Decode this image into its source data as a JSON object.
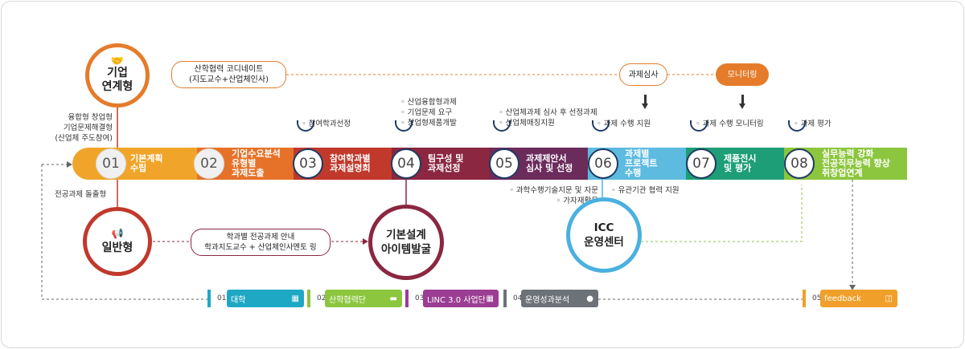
{
  "top_labels": {
    "coordination": [
      "산학협력 코디네이트",
      "(지도교수+산업체인사)"
    ],
    "review": "과제심사",
    "monitoring": "모니터링"
  },
  "company_type": {
    "title": [
      "기업",
      "연계형"
    ],
    "notes": [
      "융합형 창업형",
      "기업문제해결형",
      "(산업체 주도참여)"
    ]
  },
  "general_type": {
    "title": "일반형",
    "note": "전공과제 돌출형",
    "guide": [
      "학과별 전공과제 안내",
      "학과지도교수 + 산업체인사멘토 링"
    ]
  },
  "design_item": [
    "기본설계",
    "아이템발굴"
  ],
  "icc": [
    "ICC",
    "운영센터"
  ],
  "stages": [
    {
      "num": "01",
      "label": [
        "기본계획",
        "수립"
      ]
    },
    {
      "num": "02",
      "label": [
        "기업수요분석",
        "유형별",
        "과제도출"
      ]
    },
    {
      "num": "03",
      "label": [
        "참여학과별",
        "과제설명회"
      ]
    },
    {
      "num": "04",
      "label": [
        "팀구성 및",
        "과제선정"
      ]
    },
    {
      "num": "05",
      "label": [
        "과제제안서",
        "심사 및 선정"
      ]
    },
    {
      "num": "06",
      "label": [
        "과제별",
        "프로젝트",
        "수행"
      ]
    },
    {
      "num": "07",
      "label": [
        "제품전시",
        "및 평가"
      ]
    },
    {
      "num": "08",
      "label": [
        "실무능력 강화",
        "전공직무능력 향상",
        "취창업연계"
      ]
    }
  ],
  "above_notes": {
    "s03": [
      "◦ 참여학과선정"
    ],
    "s04": [
      "◦ 산업융합형과제",
      "◦ 기업문제 요구",
      "◦ 창업형제품개발"
    ],
    "s05": [
      "◦ 산업체과제 심사 후 선정과제",
      "◦ 산업체매칭지원"
    ],
    "s06": [
      "◦ 과제 수행 지원"
    ],
    "s07": [
      "◦ 과제 수행 모니터링"
    ],
    "s08": [
      "◦ 과제 평가"
    ]
  },
  "below_notes": {
    "s05": [
      "◦ 과학수행기술지문 및 자문",
      "◦ 가자재활용"
    ],
    "s06": [
      "◦ 유관기관 협력 지원"
    ]
  },
  "bottom_tags": [
    {
      "num": "01",
      "label": "대학",
      "color": "#1fa8c4"
    },
    {
      "num": "02",
      "label": "산학협력단",
      "color": "#8cc63e"
    },
    {
      "num": "03",
      "label": "LINC 3.0 사업단",
      "color": "#9b3d93"
    },
    {
      "num": "04",
      "label": "운영성과분석",
      "color": "#6d7278"
    },
    {
      "num": "05",
      "label": "feedback",
      "color": "#f0a02a"
    }
  ]
}
